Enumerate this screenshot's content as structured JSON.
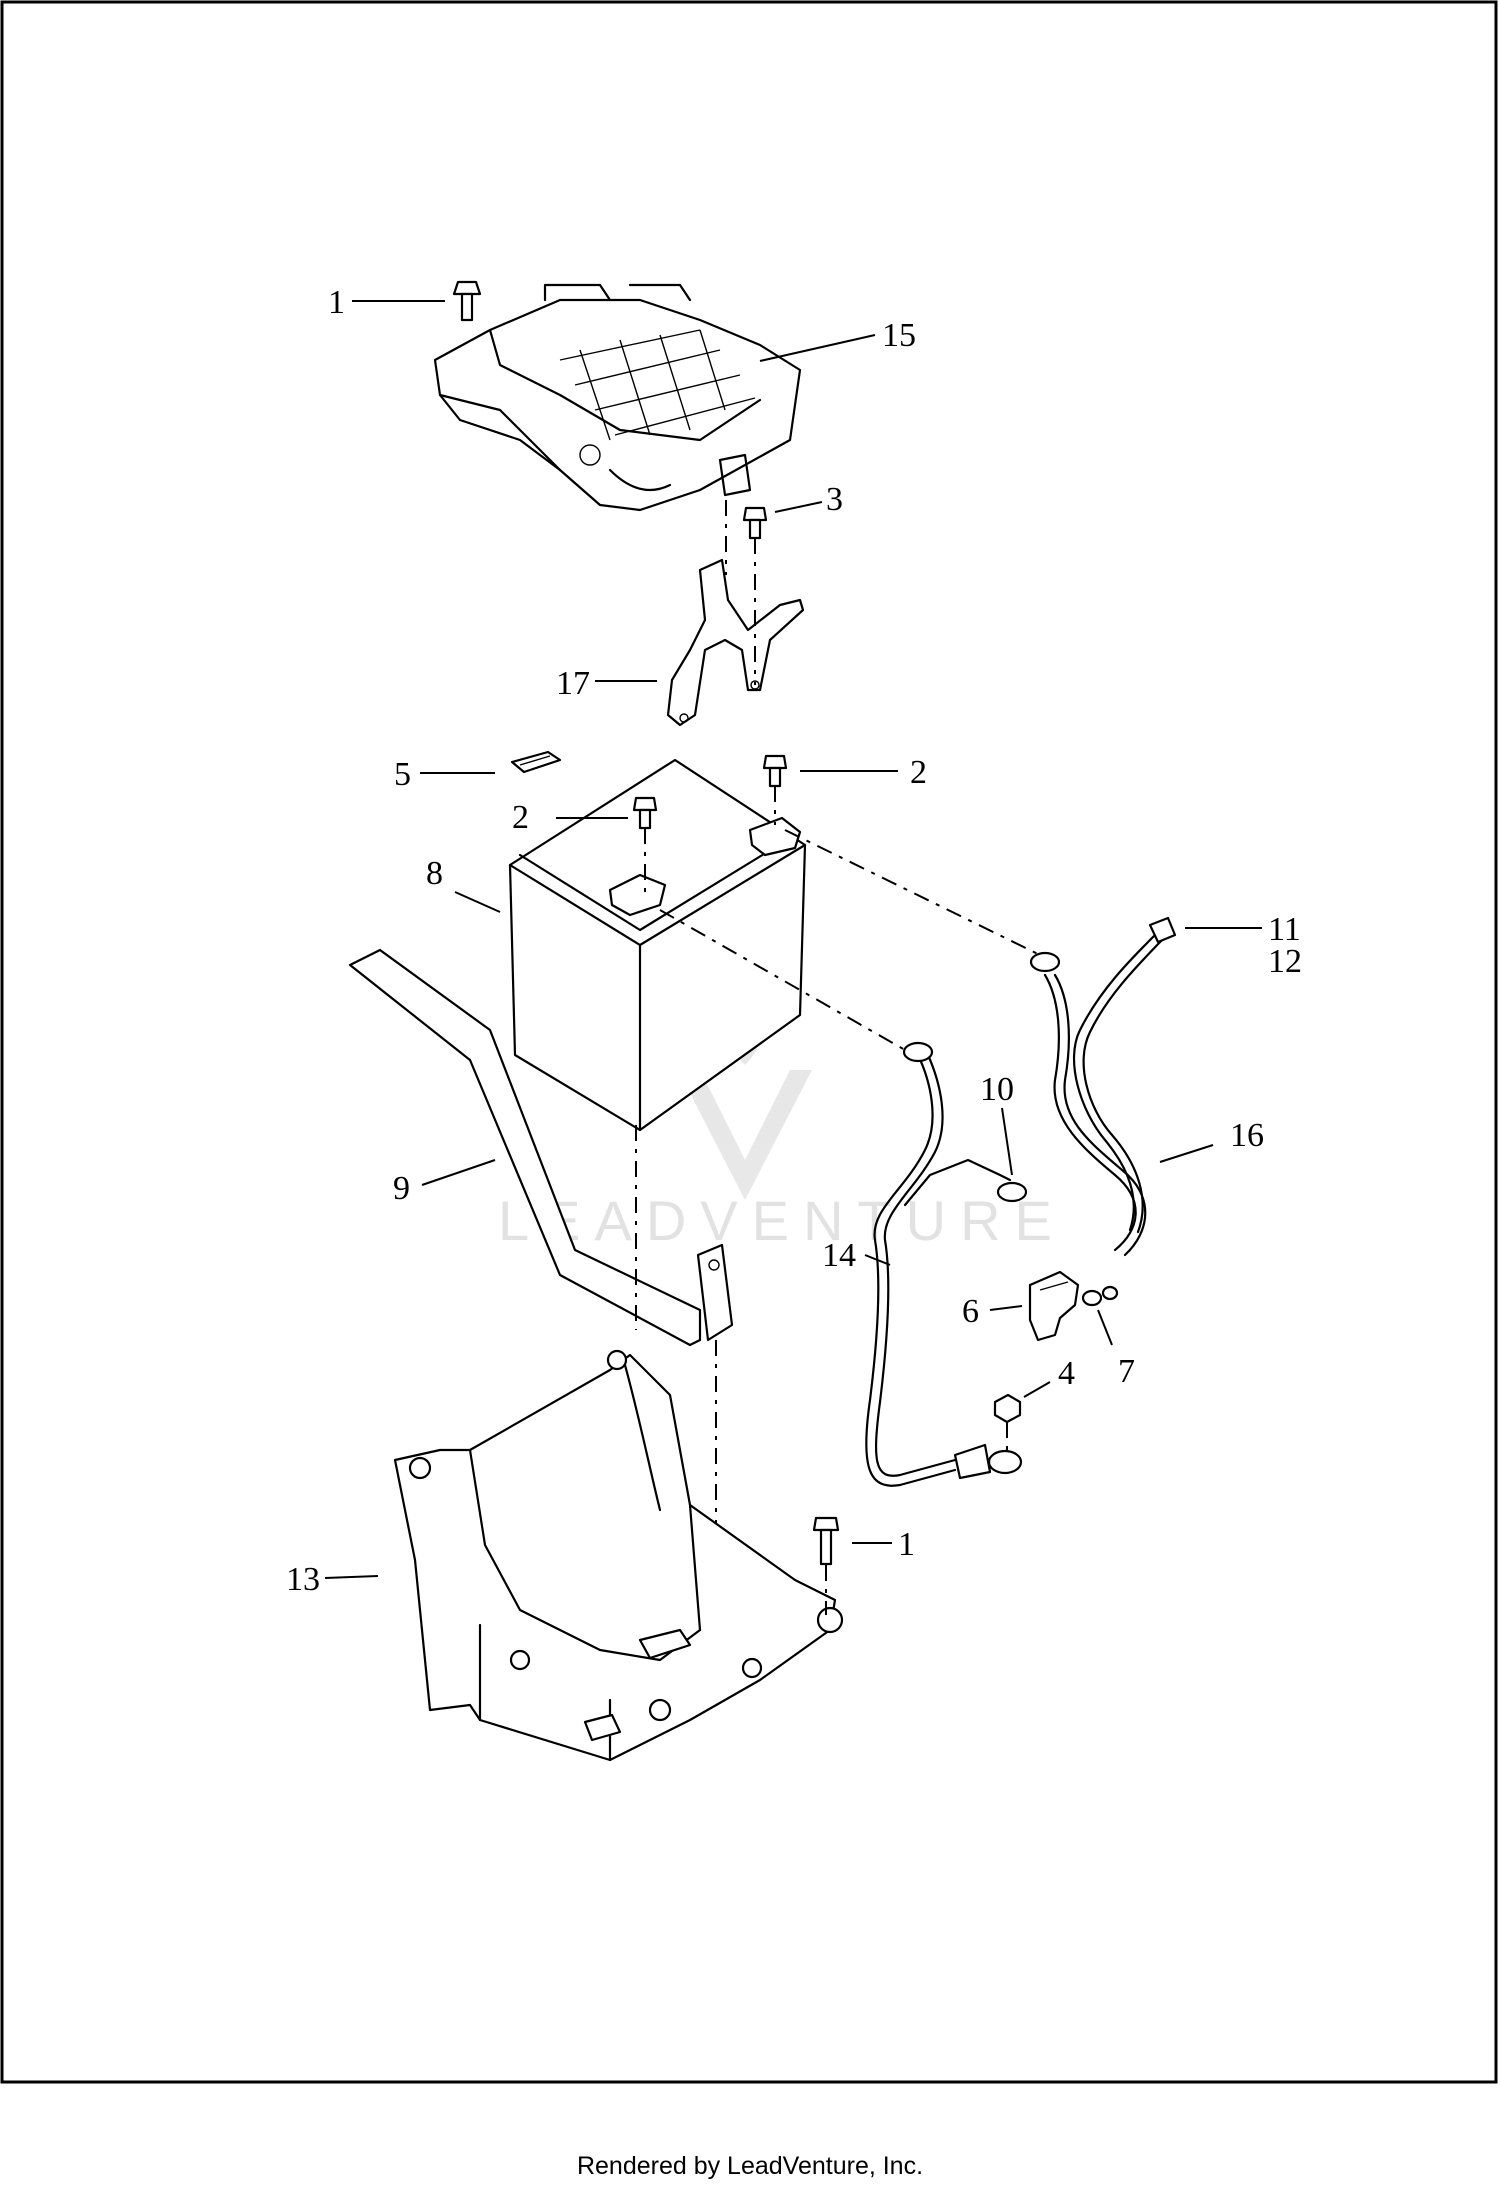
{
  "diagram": {
    "callouts": {
      "c1a": "1",
      "c15": "15",
      "c3": "3",
      "c17": "17",
      "c5": "5",
      "c2a": "2",
      "c2b": "2",
      "c8": "8",
      "c11": "11",
      "c12": "12",
      "c10": "10",
      "c16": "16",
      "c9": "9",
      "c14": "14",
      "c6": "6",
      "c7": "7",
      "c4": "4",
      "c1b": "1",
      "c13": "13"
    },
    "watermark": "LEADVENTURE",
    "watermark_logo": "leadventure-flame-logo"
  },
  "footer": {
    "text": "Rendered by LeadVenture, Inc."
  }
}
